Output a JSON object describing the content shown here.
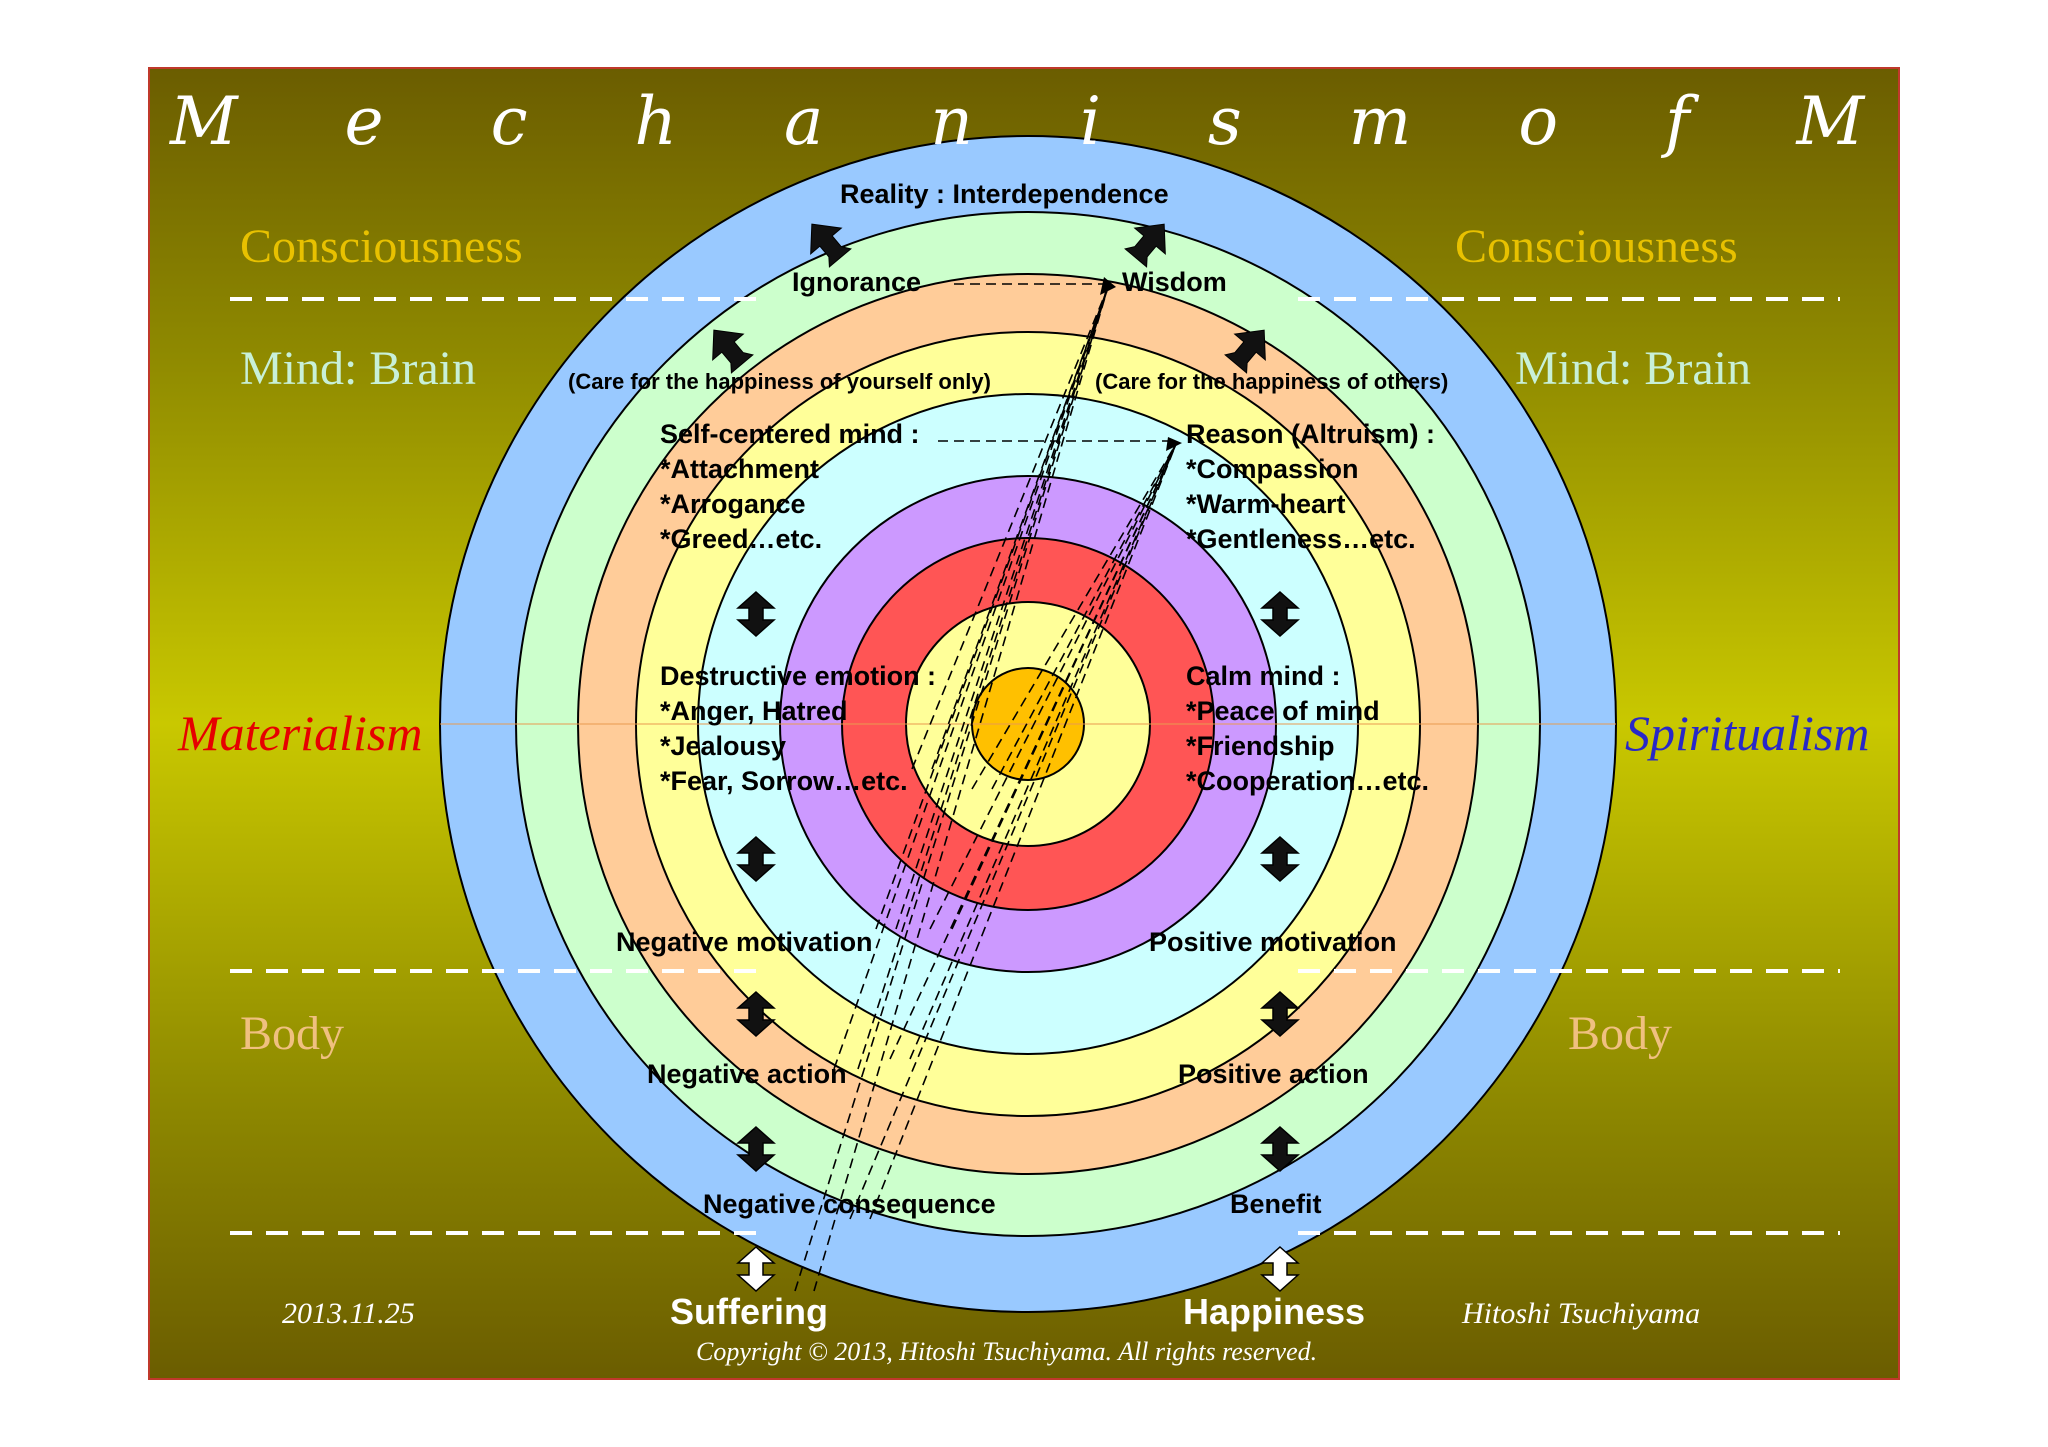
{
  "title": "M e c h a n i s m  o f  M i n d",
  "levels": {
    "consciousness_left": "Consciousness",
    "consciousness_right": "Consciousness",
    "mind_left": "Mind: Brain",
    "mind_right": "Mind: Brain",
    "body_left": "Body",
    "body_right": "Body"
  },
  "poles": {
    "left": "Materialism",
    "right": "Spiritualism"
  },
  "top": {
    "reality": "Reality : Interdependence",
    "ignorance": "Ignorance",
    "wisdom": "Wisdom"
  },
  "care": {
    "self": "(Care for the happiness of yourself only)",
    "others": "(Care for the happiness of others)"
  },
  "left_mind": {
    "heading": "Self-centered mind :",
    "items": [
      "*Attachment",
      "*Arrogance",
      "*Greed…etc."
    ]
  },
  "right_mind": {
    "heading": "Reason (Altruism) :",
    "items": [
      "*Compassion",
      "*Warm-heart",
      "*Gentleness…etc."
    ]
  },
  "left_emotion": {
    "heading": "Destructive emotion :",
    "items": [
      "*Anger, Hatred",
      "*Jealousy",
      "*Fear, Sorrow…etc."
    ]
  },
  "right_emotion": {
    "heading": "Calm mind :",
    "items": [
      "*Peace of mind",
      "*Friendship",
      "*Cooperation…etc."
    ]
  },
  "motivation": {
    "negative": "Negative motivation",
    "positive": "Positive motivation"
  },
  "action": {
    "negative": "Negative action",
    "positive": "Positive action"
  },
  "consequence": {
    "negative": "Negative consequence",
    "positive": "Benefit"
  },
  "outcome": {
    "negative": "Suffering",
    "positive": "Happiness"
  },
  "footer": {
    "date": "2013.11.25",
    "author": "Hitoshi Tsuchiyama",
    "copyright": "Copyright © 2013, Hitoshi Tsuchiyama. All rights reserved."
  },
  "colors": {
    "consciousness": "#e8c100",
    "mind": "#c8f0d8",
    "body": "#f0c080",
    "materialism": "#e60000",
    "spiritualism": "#2828c8",
    "rings": [
      "#99c9ff",
      "#ccffcc",
      "#ffcc99",
      "#ffff99",
      "#ccffff",
      "#cc99ff",
      "#ff5555",
      "#ffff99",
      "#ffc000"
    ]
  }
}
